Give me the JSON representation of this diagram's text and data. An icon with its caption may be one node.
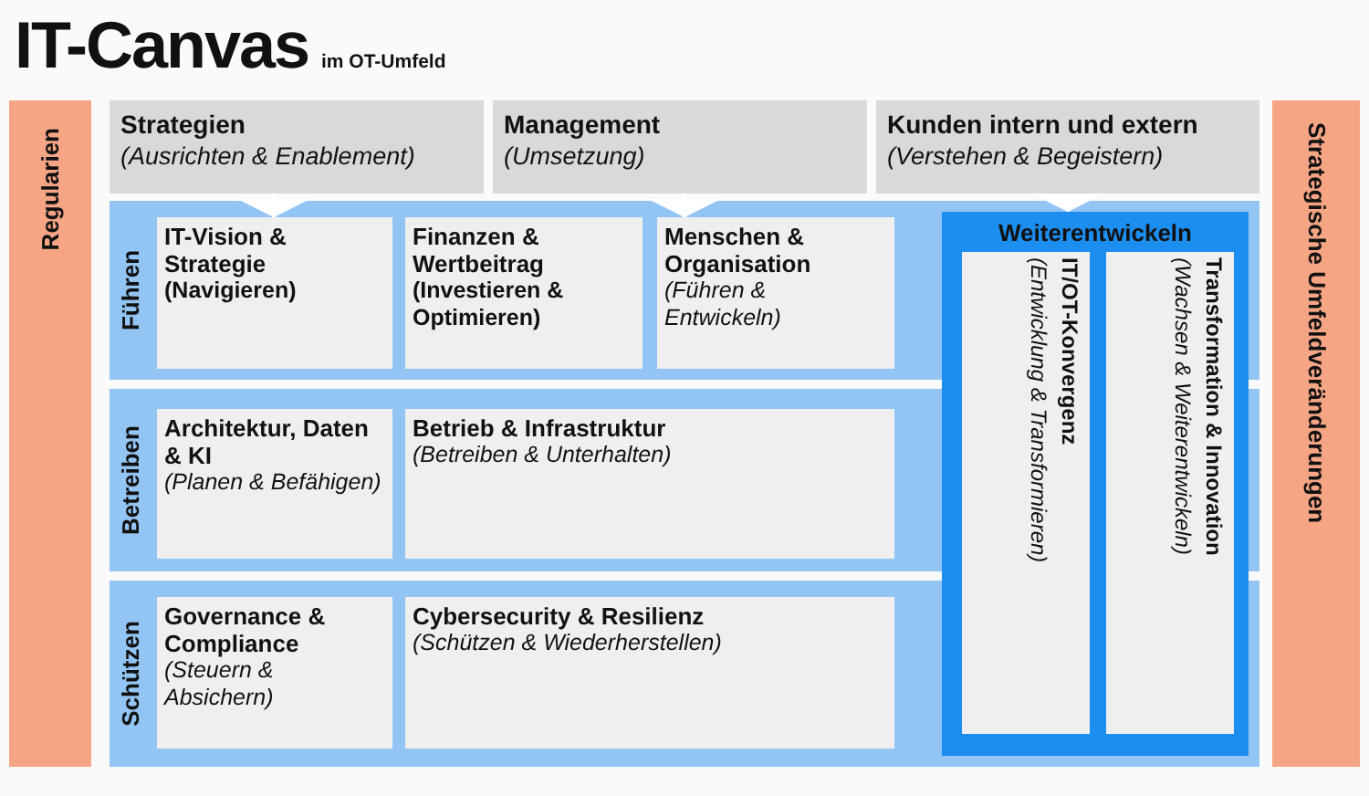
{
  "diagram": {
    "title": "IT-Canvas",
    "nodes": [
      {
        "text": [
          "Regularien"
        ]
      },
      {
        "text": [
          "Strategien",
          "(Ausrichten & Enablement)"
        ]
      },
      {
        "text": [
          "Management",
          "(Umsetzung)"
        ]
      },
      {
        "text": [
          "Kunden intern und extern",
          "(Verstehen & Begeistern)"
        ]
      },
      {
        "text": [
          "Führen"
        ]
      },
      {
        "text": [
          "IT-Vision & Strategie",
          "(Navigieren)"
        ],
        "in": 4
      },
      {
        "text": [
          "Finanzen & Wertbeitrag",
          "(Investieren & Optimieren)"
        ],
        "in": 4
      },
      {
        "text": [
          "Menschen & Organisation",
          "(Führen & Entwickeln)"
        ],
        "in": 4
      },
      {
        "text": [
          "Betreiben"
        ]
      },
      {
        "text": [
          "Architektur, Daten & KI",
          "(Planen & Befähigen)"
        ],
        "in": 8
      },
      {
        "text": [
          "Betrieb & Infrastruktur",
          "(Betreiben & Unterhalten)"
        ],
        "in": 8
      },
      {
        "text": [
          "Schützen"
        ]
      },
      {
        "text": [
          "Governance & Compliance",
          "(Steuern & Absichern)"
        ],
        "in": 11
      },
      {
        "text": [
          "Cybersecurity & Resilienz",
          "(Schützen & Wiederherstellen)"
        ],
        "in": 11
      },
      {
        "text": [
          "Weiterentwickeln"
        ]
      },
      {
        "text": [
          "IT/OT-Konvergenz",
          "(Entwicklung & Transformieren)"
        ],
        "in": 14
      },
      {
        "text": [
          "Transformation & Innovation",
          "(Wachsen & Weiterentwickeln)"
        ],
        "in": 14
      },
      {
        "text": [
          "Strategische Umfeldveränderungen"
        ]
      }
    ],
    "edges": [
      {
        "from": 1,
        "to": 5,
        "arrow": "to"
      },
      {
        "from": 2,
        "to": 7,
        "arrow": "to"
      },
      {
        "from": 3,
        "to": 14,
        "arrow": "to"
      }
    ],
    "labels": [
      "im OT-Umfeld"
    ]
  }
}
